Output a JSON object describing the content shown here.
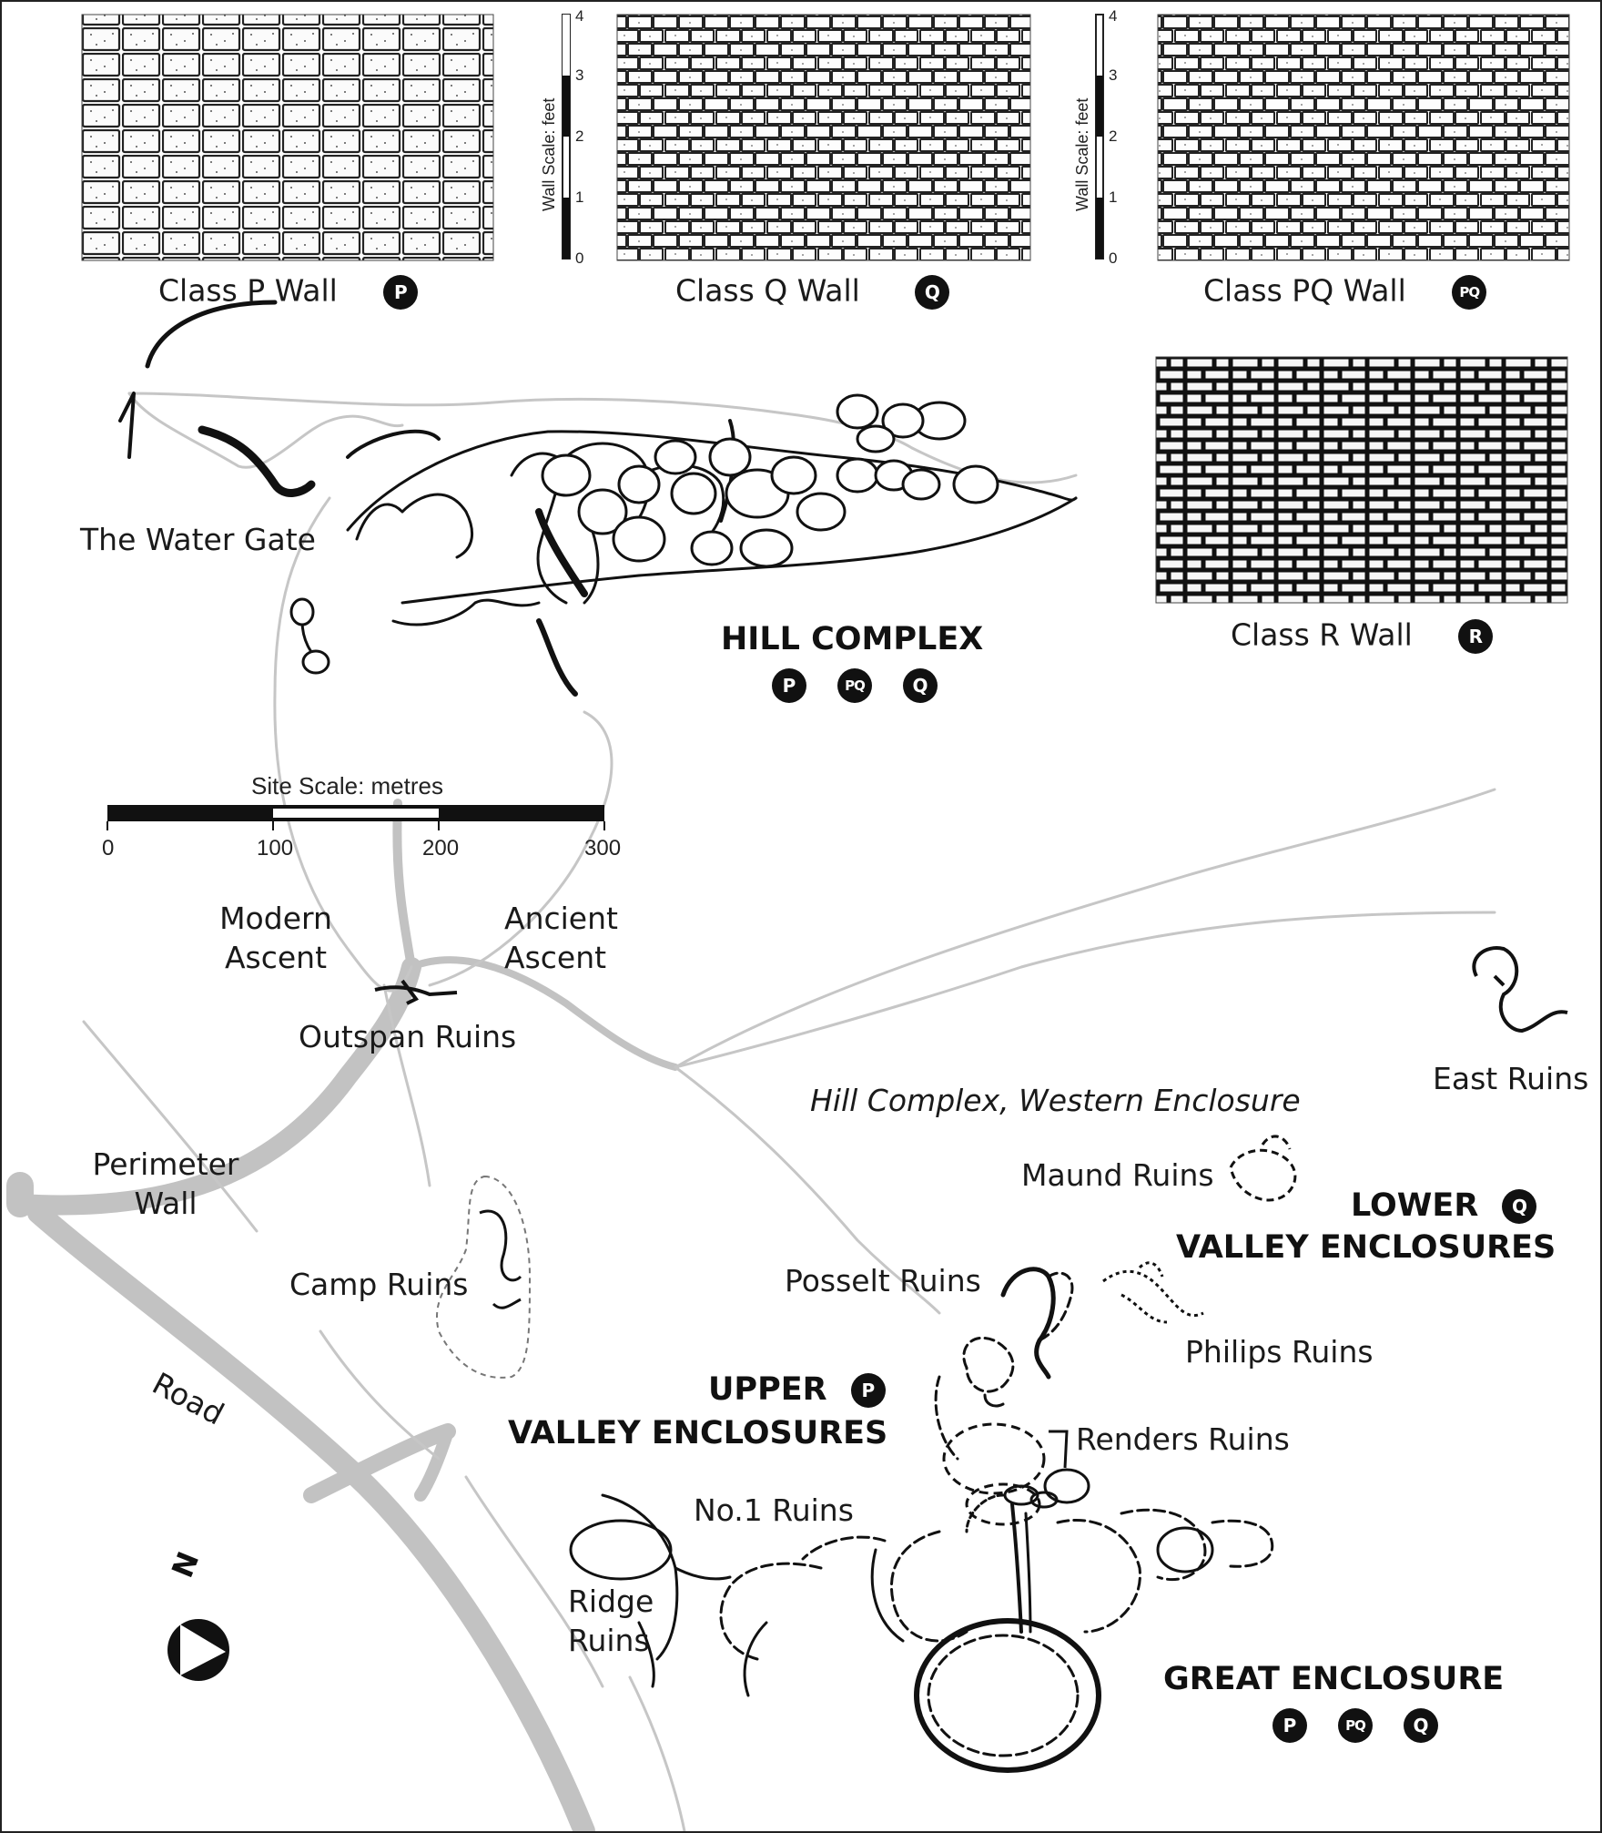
{
  "walls": {
    "p": {
      "caption": "Class P Wall",
      "badge": "P"
    },
    "q": {
      "caption": "Class Q Wall",
      "badge": "Q"
    },
    "pq": {
      "caption": "Class PQ Wall",
      "badge": "PQ"
    },
    "r": {
      "caption": "Class R Wall",
      "badge": "R"
    }
  },
  "wall_scale": {
    "label": "Wall Scale: feet",
    "ticks": [
      "0",
      "1",
      "2",
      "3",
      "4"
    ]
  },
  "site_scale": {
    "label": "Site Scale: metres",
    "ticks": [
      "0",
      "100",
      "200",
      "300"
    ]
  },
  "labels": {
    "water_gate": "The Water Gate",
    "hill_complex": "HILL COMPLEX",
    "modern_ascent_1": "Modern",
    "modern_ascent_2": "Ascent",
    "ancient_ascent_1": "Ancient",
    "ancient_ascent_2": "Ascent",
    "outspan": "Outspan Ruins",
    "western_enclosure": "Hill Complex, Western Enclosure",
    "east_ruins": "East Ruins",
    "perimeter_1": "Perimeter",
    "perimeter_2": "Wall",
    "maund": "Maund Ruins",
    "lower_1": "LOWER",
    "lower_2": "VALLEY ENCLOSURES",
    "camp": "Camp Ruins",
    "posselt": "Posselt Ruins",
    "philips": "Philips Ruins",
    "road": "Road",
    "upper_1": "UPPER",
    "upper_2": "VALLEY ENCLOSURES",
    "renders": "Renders Ruins",
    "no1": "No.1 Ruins",
    "ridge_1": "Ridge",
    "ridge_2": "Ruins",
    "north": "N",
    "great": "GREAT ENCLOSURE"
  },
  "badge_groups": {
    "hill_complex": [
      "P",
      "PQ",
      "Q"
    ],
    "lower_valley": [
      "Q"
    ],
    "upper_valley": [
      "P"
    ],
    "great_enclosure": [
      "P",
      "PQ",
      "Q"
    ]
  }
}
